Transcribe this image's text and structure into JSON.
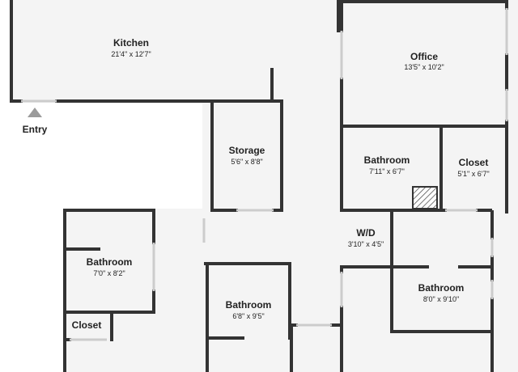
{
  "colors": {
    "floor": "#f4f4f4",
    "wall": "#333333",
    "window": "#cccccc",
    "arrow": "#9a9a9a",
    "hatch": "#555555",
    "background": "#ffffff"
  },
  "entry": {
    "label": "Entry",
    "icon": "entry-arrow-icon"
  },
  "rooms": [
    {
      "id": "kitchen",
      "name": "Kitchen",
      "dims": "21'4\" x 12'7\""
    },
    {
      "id": "office",
      "name": "Office",
      "dims": "13'5\" x 10'2\""
    },
    {
      "id": "storage",
      "name": "Storage",
      "dims": "5'6\" x 8'8\""
    },
    {
      "id": "bathroom-1",
      "name": "Bathroom",
      "dims": "7'11\" x 6'7\""
    },
    {
      "id": "closet-1",
      "name": "Closet",
      "dims": "5'1\" x 6'7\""
    },
    {
      "id": "wd",
      "name": "W/D",
      "dims": "3'10\" x 4'5\""
    },
    {
      "id": "bathroom-2",
      "name": "Bathroom",
      "dims": "7'0\" x 8'2\""
    },
    {
      "id": "bathroom-3",
      "name": "Bathroom",
      "dims": "8'0\" x 9'10\""
    },
    {
      "id": "bathroom-4",
      "name": "Bathroom",
      "dims": "6'8\" x 9'5\""
    },
    {
      "id": "closet-2",
      "name": "Closet",
      "dims": ""
    }
  ]
}
